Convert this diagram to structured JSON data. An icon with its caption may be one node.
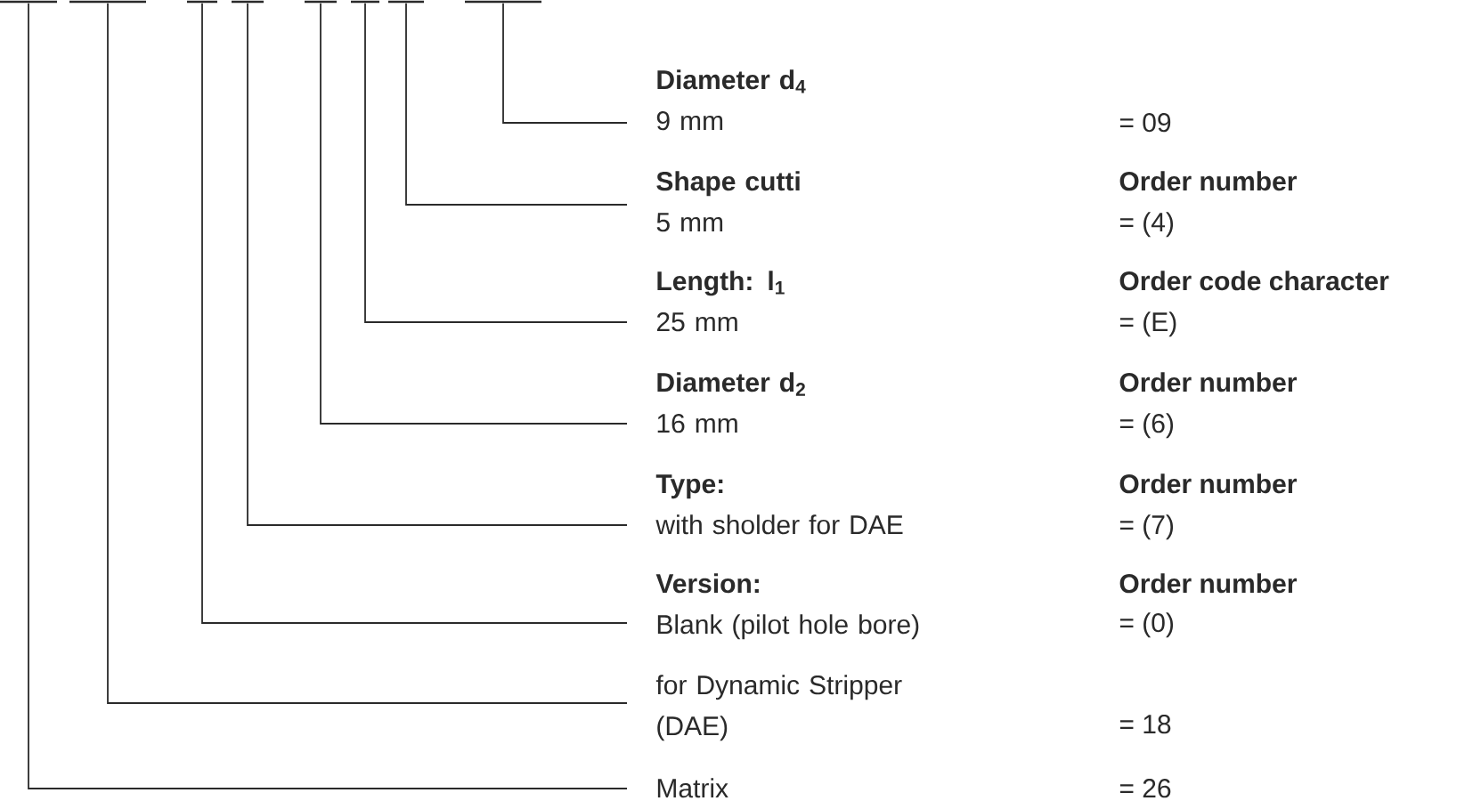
{
  "diagram": {
    "nodes": [
      {
        "text": [],
        "shape": "bar"
      },
      {
        "text": [],
        "shape": "bar"
      },
      {
        "text": [],
        "shape": "bar"
      },
      {
        "text": [],
        "shape": "bar"
      },
      {
        "text": [],
        "shape": "bar"
      },
      {
        "text": [],
        "shape": "bar"
      },
      {
        "text": [],
        "shape": "bar"
      },
      {
        "text": [],
        "shape": "bar"
      },
      {
        "text": [
          "Diameter d$_{4}$",
          "9 mm"
        ]
      },
      {
        "text": [
          "Shape cutti",
          "5 mm"
        ]
      },
      {
        "text": [
          "Length: l$_{1}$",
          "25 mm"
        ]
      },
      {
        "text": [
          "Diameter d$_{2}$",
          "16 mm"
        ]
      },
      {
        "text": [
          "Type:",
          "with sholder for DAE"
        ]
      },
      {
        "text": [
          "Version:",
          "Blank (pilot hole bore)"
        ]
      },
      {
        "text": [
          "for Dynamic Stripper (DAE)"
        ]
      },
      {
        "text": [
          "Matrix"
        ]
      }
    ],
    "edges": [
      {
        "from": 8,
        "to": 7,
        "arrow": "none"
      },
      {
        "from": 9,
        "to": 6,
        "arrow": "none"
      },
      {
        "from": 10,
        "to": 5,
        "arrow": "none"
      },
      {
        "from": 11,
        "to": 4,
        "arrow": "none"
      },
      {
        "from": 12,
        "to": 3,
        "arrow": "none"
      },
      {
        "from": 13,
        "to": 2,
        "arrow": "none"
      },
      {
        "from": 14,
        "to": 1,
        "arrow": "none"
      },
      {
        "from": 15,
        "to": 0,
        "arrow": "none"
      }
    ],
    "labels": [
      "= 09",
      "Order number",
      "= (4)",
      "Order code character",
      "= (E)",
      "Order number",
      "= (6)",
      "Order number",
      "= (7)",
      "Order number",
      "= (0)",
      "= 18",
      "= 26"
    ]
  }
}
